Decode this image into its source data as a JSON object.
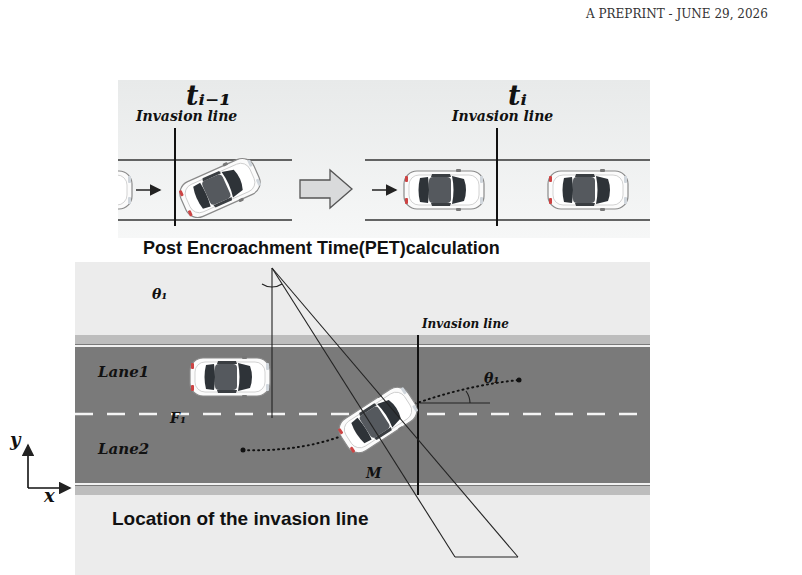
{
  "diagram": {
    "labels": [
      "A PREPRINT - JUNE 29, 2026",
      "tᵢ₋₁",
      "tᵢ",
      "Invasion line",
      "Invasion line",
      "Post Encroachment Time(PET)calculation",
      "θ₁",
      "Invasion line",
      "θ₁",
      "Lane1",
      "F₁",
      "Lane2",
      "y",
      "x",
      "M",
      "Location of the invasion line"
    ]
  }
}
